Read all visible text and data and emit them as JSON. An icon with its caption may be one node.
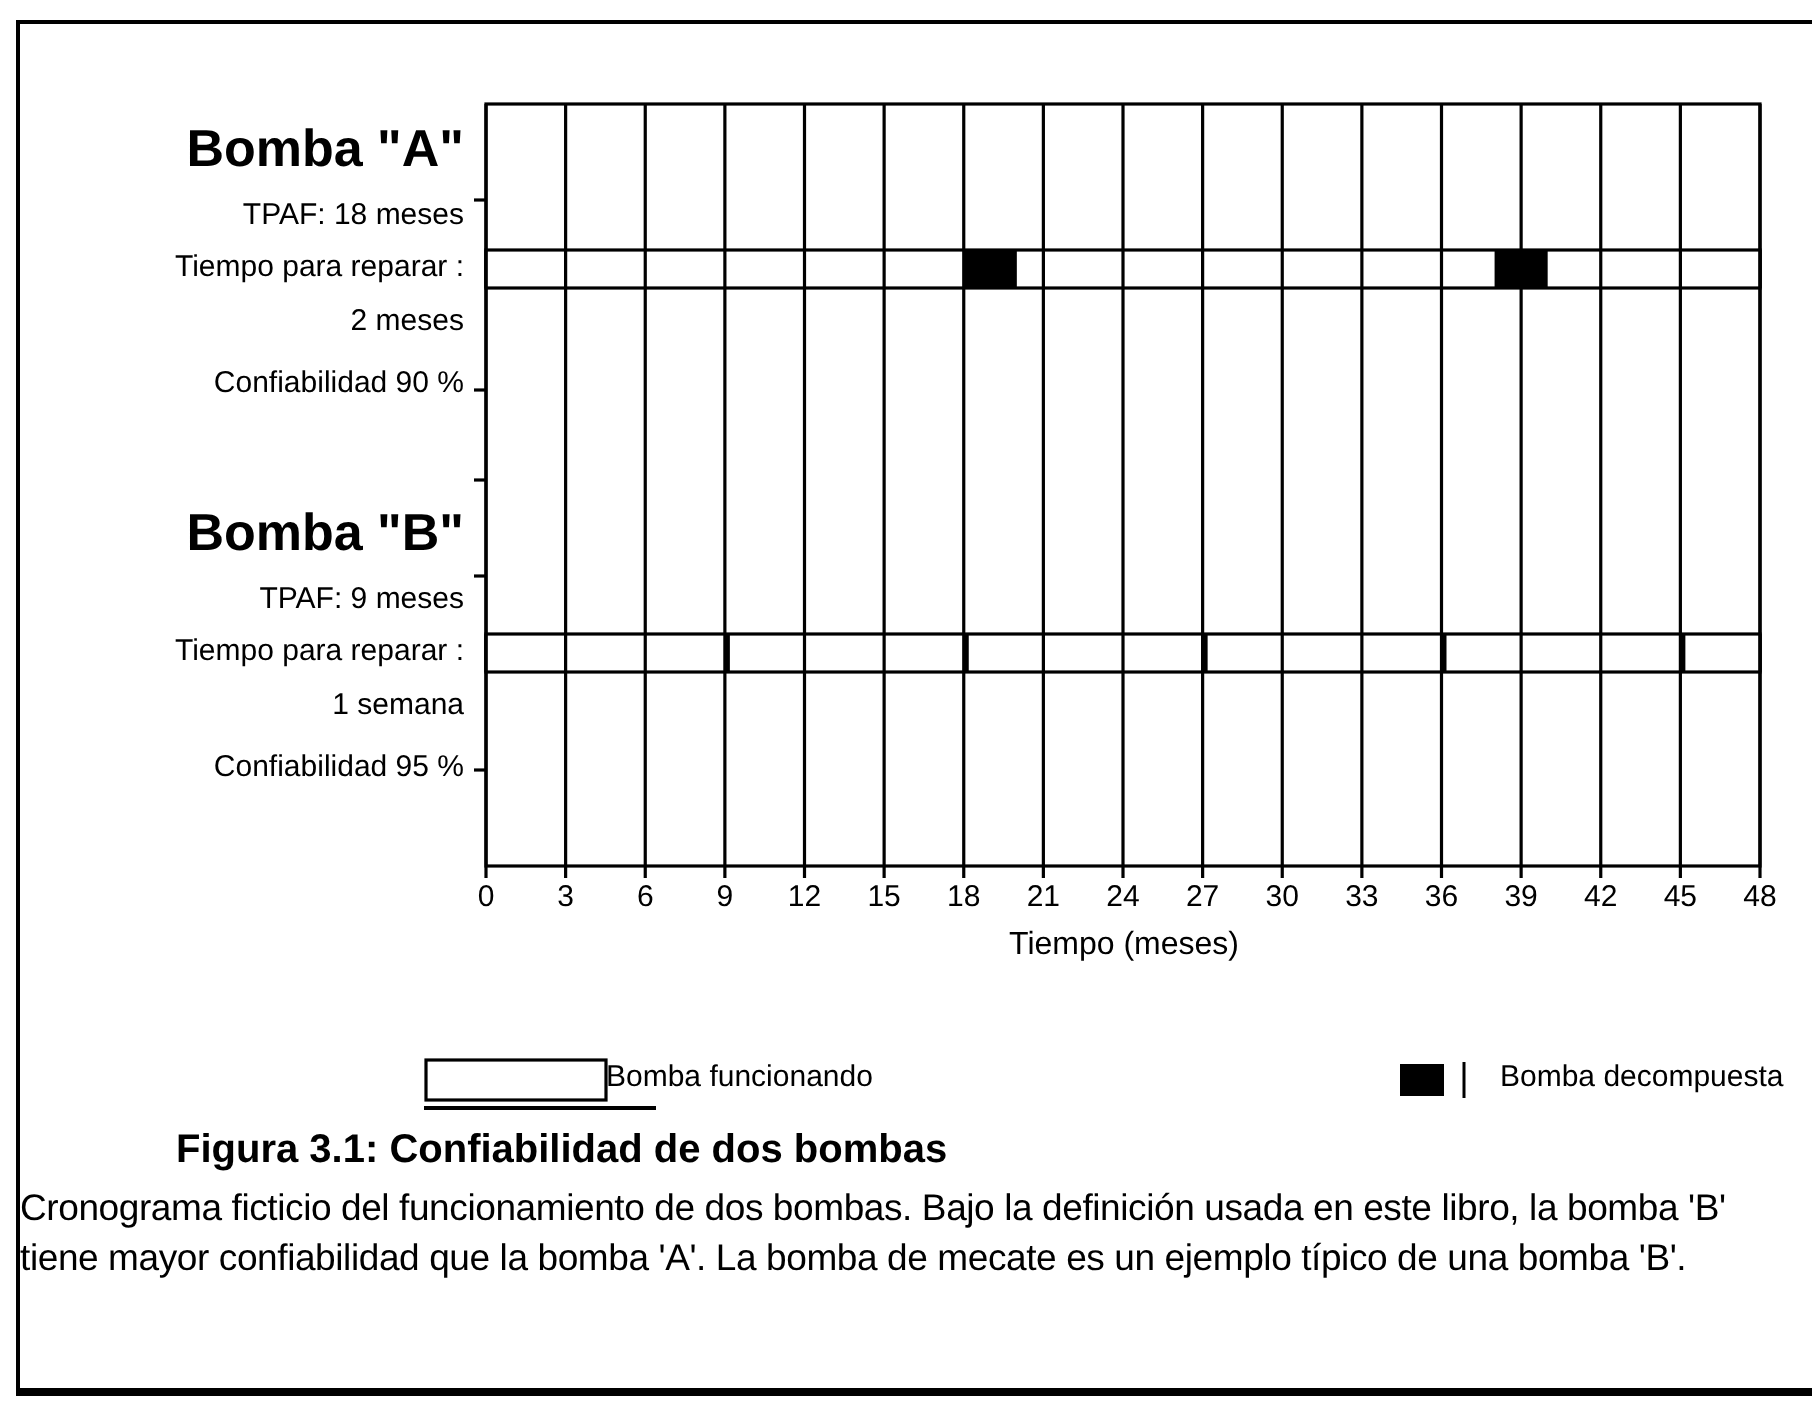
{
  "diagram": {
    "title": "Figura 3.1: Confiabilidad de dos bombas",
    "caption": "Cronograma ficticio del funcionamiento de dos bombas. Bajo la definición usada en este libro, la bomba 'B' tiene mayor confiabilidad que la bomba 'A'. La bomba de mecate es un ejemplo típico de una bomba 'B'.",
    "labels": [
      "Bomba \"A\"",
      "TPAF: 18 meses",
      "Tiempo para reparar :",
      "2 meses",
      "Confiabilidad 90 %",
      "Bomba \"B\"",
      "TPAF: 9 meses",
      "Tiempo para reparar :",
      "1 semana",
      "Confiabilidad 95 %",
      "0",
      "3",
      "6",
      "9",
      "12",
      "15",
      "18",
      "21",
      "24",
      "27",
      "30",
      "33",
      "36",
      "39",
      "42",
      "45",
      "48",
      "Tiempo (meses)"
    ],
    "legend": [
      {
        "text": "Bomba funcionando"
      },
      {
        "text": "Bomba decompuesta",
        "color": "#000000"
      }
    ]
  }
}
